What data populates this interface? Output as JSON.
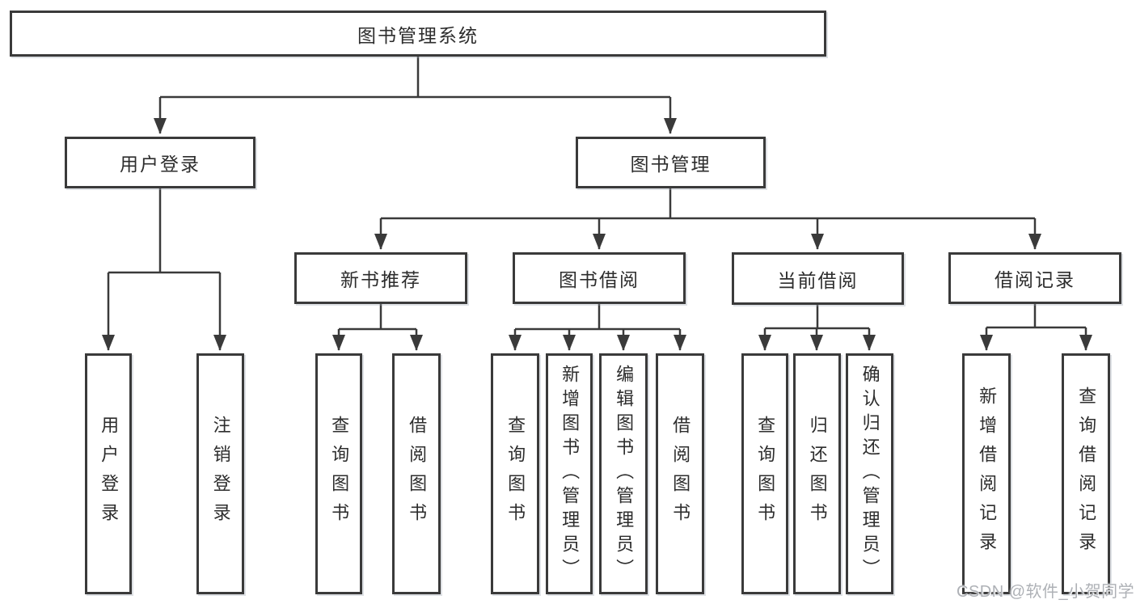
{
  "diagram": {
    "title": "图书管理系统",
    "watermark": "CSDN @软件_小贺同学",
    "user_login": {
      "label": "用户登录",
      "children": [
        {
          "label": "用户登录"
        },
        {
          "label": "注销登录"
        }
      ]
    },
    "book_management": {
      "label": "图书管理",
      "sections": [
        {
          "label": "新书推荐",
          "children": [
            {
              "label": "查询图书"
            },
            {
              "label": "借阅图书"
            }
          ]
        },
        {
          "label": "图书借阅",
          "children": [
            {
              "label": "查询图书"
            },
            {
              "label": "新增图书（管理员）"
            },
            {
              "label": "编辑图书（管理员）"
            },
            {
              "label": "借阅图书"
            }
          ]
        },
        {
          "label": "当前借阅",
          "children": [
            {
              "label": "查询图书"
            },
            {
              "label": "归还图书"
            },
            {
              "label": "确认归还（管理员）"
            }
          ]
        },
        {
          "label": "借阅记录",
          "children": [
            {
              "label": "新增借阅记录"
            },
            {
              "label": "查询借阅记录"
            }
          ]
        }
      ]
    },
    "colors": {
      "line": "#3a3a3a",
      "text": "#2d2d2d",
      "watermark_color": "#aeb1b6",
      "background": "#ffffff"
    }
  }
}
